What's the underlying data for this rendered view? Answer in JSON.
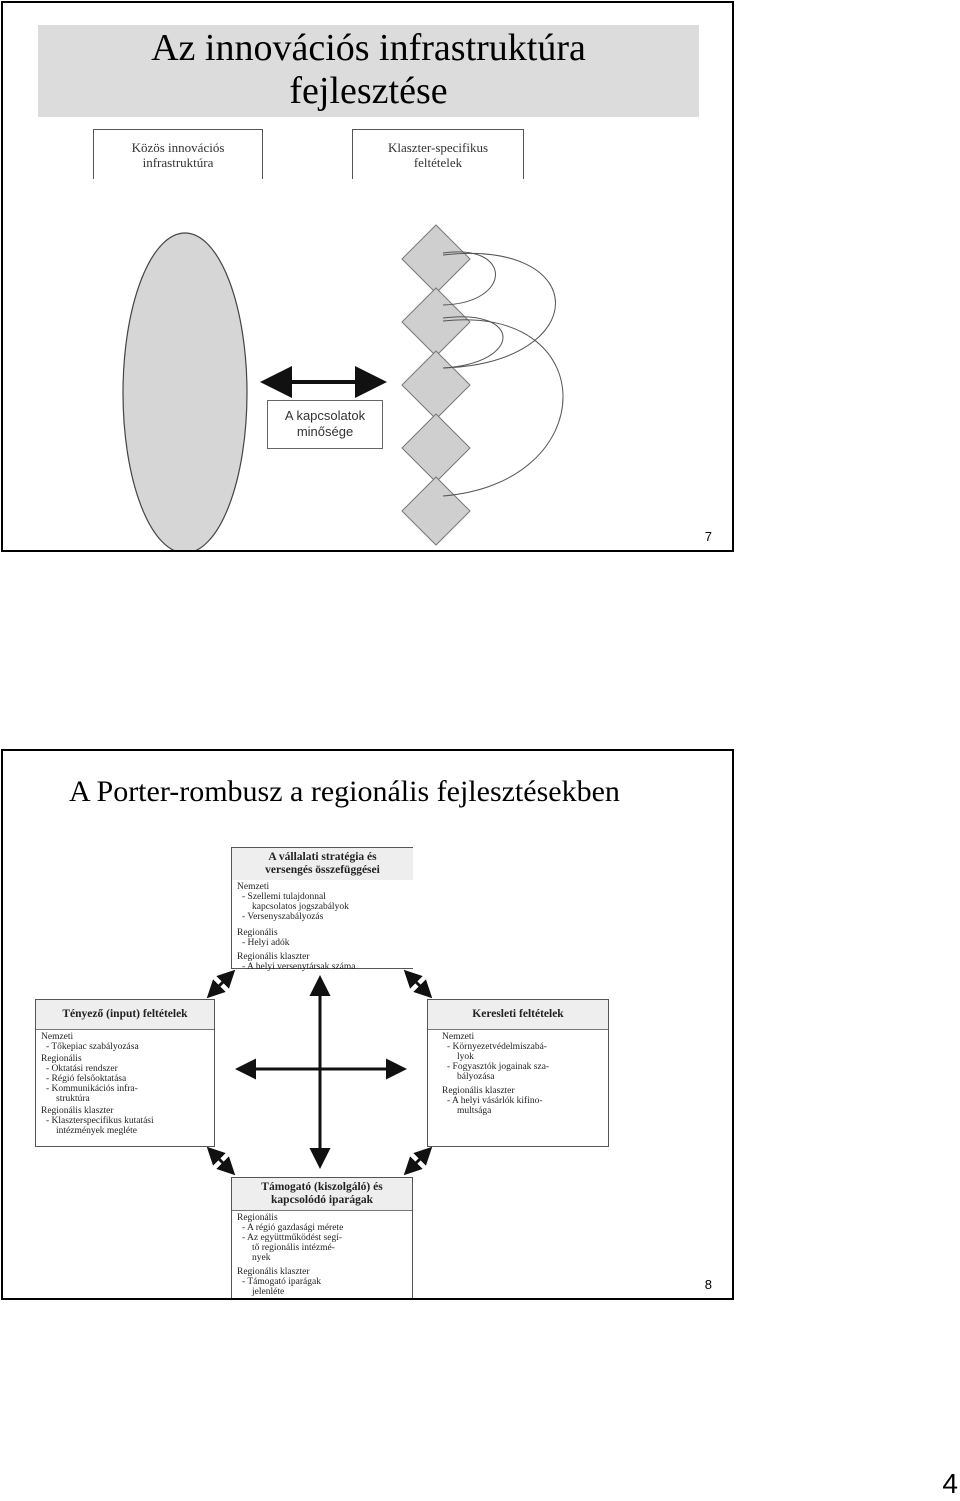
{
  "slide7": {
    "title_line1": "Az innovációs infrastruktúra",
    "title_line2": "fejlesztése",
    "left_header": [
      "Közös innovációs",
      "infrastruktúra"
    ],
    "right_header": [
      "Klaszter-specifikus",
      "feltételek"
    ],
    "center_box": [
      "A kapcsolatok",
      "minősége"
    ],
    "page_number": "7"
  },
  "slide8": {
    "title": "A Porter-rombusz a regionális fejlesztésekben",
    "strategy": {
      "heading": [
        "A vállalati stratégia és",
        "versengés összefüggései"
      ],
      "lines": [
        "Nemzeti",
        "- Szellemi tulajdonnal",
        "kapcsolatos jogszabályok",
        "- Versenyszabályozás",
        "Regionális",
        "- Helyi adók",
        "Regionális klaszter",
        "- A helyi versenytársak száma"
      ]
    },
    "factor": {
      "heading": "Tényező (input) feltételek",
      "lines": [
        "Nemzeti",
        "- Tőkepiac szabályozása",
        "Regionális",
        "- Oktatási rendszer",
        "- Régió  felsőoktatása",
        "- Kommunikációs infra-",
        "struktúra",
        "Regionális klaszter",
        "- Klaszterspecifikus kutatási",
        "intézmények megléte"
      ]
    },
    "demand": {
      "heading": "Keresleti feltételek",
      "lines": [
        "Nemzeti",
        "- Környezetvédelmiszabá-",
        "lyok",
        "- Fogyasztók jogainak sza-",
        "bályozása",
        "Regionális klaszter",
        "- A helyi vásárlók kifino-",
        "multsága"
      ]
    },
    "support": {
      "heading": [
        "Támogató (kiszolgáló) és",
        "kapcsolódó iparágak"
      ],
      "lines": [
        "Regionális",
        "- A régió gazdasági mérete",
        "- Az együttműködést segí-",
        "tő regionális intézmé-",
        "nyek",
        "Regionális klaszter",
        "- Támogató iparágak",
        "jelenléte"
      ]
    },
    "page_number": "8"
  },
  "sheet_number": "4",
  "colors": {
    "ellipse": "#d6d6d6",
    "diamond": "#cfcfcf",
    "arrow": "#111111"
  }
}
